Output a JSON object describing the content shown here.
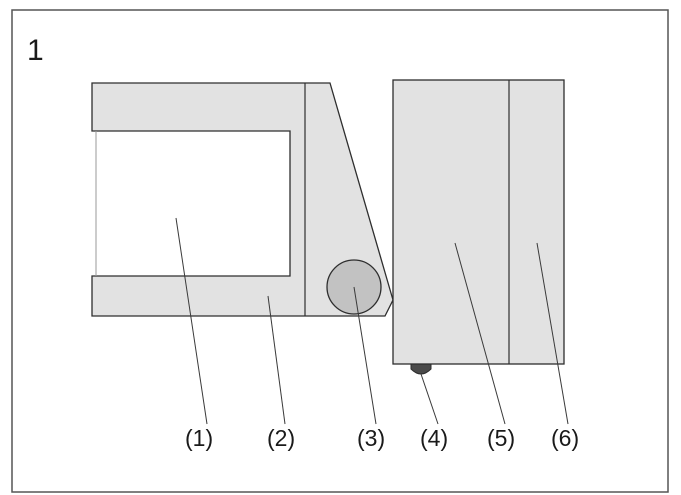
{
  "figure": {
    "number": "1"
  },
  "callouts": {
    "c1": "(1)",
    "c2": "(2)",
    "c3": "(3)",
    "c4": "(4)",
    "c5": "(5)",
    "c6": "(6)"
  },
  "colors": {
    "part_fill": "#e2e2e2",
    "roller_fill": "#c2c2c2",
    "outline": "#2e2e2e",
    "frame": "#555555"
  }
}
